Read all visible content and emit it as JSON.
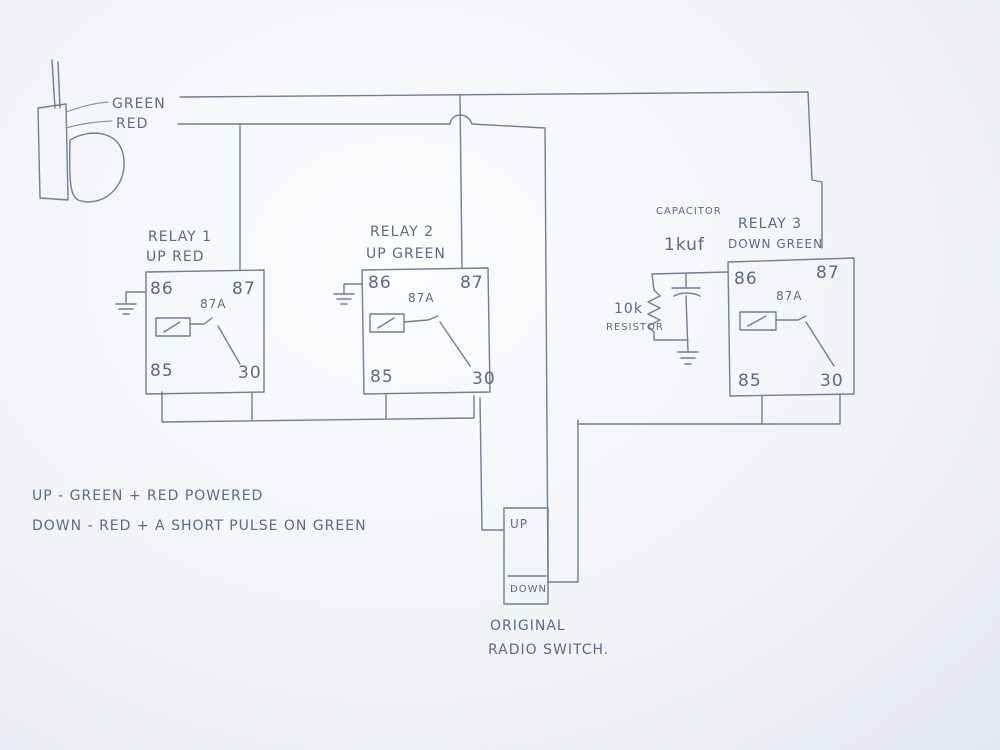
{
  "motor": {
    "wire_green": "GREEN",
    "wire_red": "RED"
  },
  "relays": [
    {
      "name": "RELAY 1",
      "role": "UP RED",
      "pin86": "86",
      "pin87": "87",
      "pin87a": "87A",
      "pin85": "85",
      "pin30": "30"
    },
    {
      "name": "RELAY 2",
      "role": "UP GREEN",
      "pin86": "86",
      "pin87": "87",
      "pin87a": "87A",
      "pin85": "85",
      "pin30": "30"
    },
    {
      "name": "RELAY 3",
      "role": "DOWN GREEN",
      "pin86": "86",
      "pin87": "87",
      "pin87a": "87A",
      "pin85": "85",
      "pin30": "30"
    }
  ],
  "capacitor": {
    "label": "CAPACITOR",
    "value": "1kuf"
  },
  "resistor": {
    "value": "10k",
    "label": "RESISTOR"
  },
  "switch": {
    "up_label": "UP",
    "down_label": "DOWN",
    "caption_line1": "ORIGINAL",
    "caption_line2": "RADIO SWITCH."
  },
  "notes": [
    "UP - GREEN + RED POWERED",
    "DOWN - RED + A SHORT PULSE ON GREEN"
  ]
}
